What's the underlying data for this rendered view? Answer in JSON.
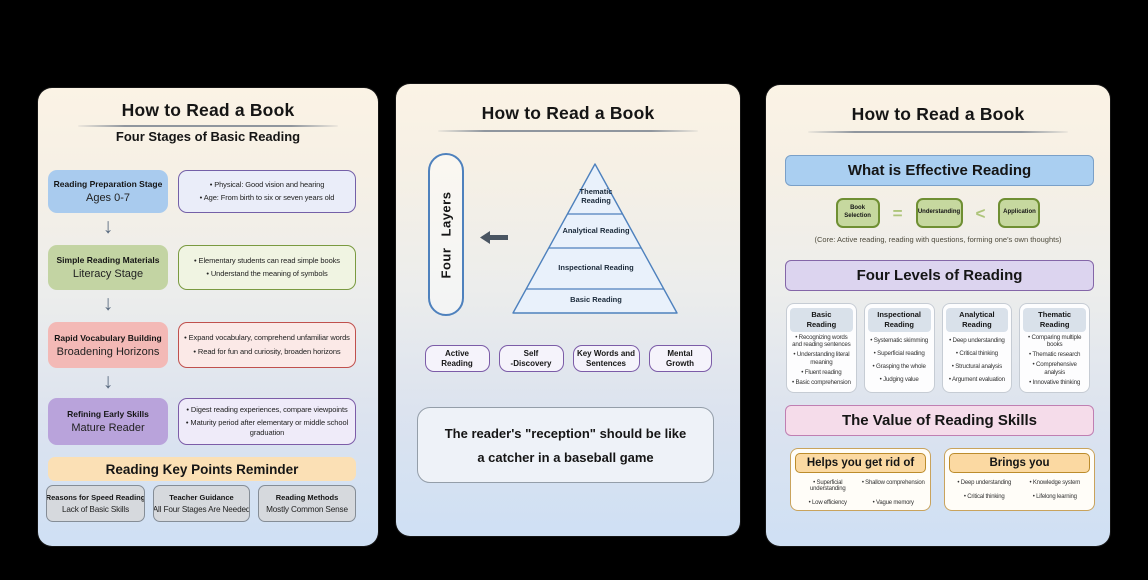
{
  "left_panel": {
    "title": "How to Read a Book",
    "subtitle": "Four Stages of Basic Reading",
    "arrow_icon": "↓",
    "stages": [
      {
        "label": "Reading Preparation Stage",
        "name": "Ages 0-7",
        "color": "#a9cbee",
        "detail_bg": "#eaedf9",
        "detail_border": "#7460a8",
        "bullets": [
          "• Physical: Good vision and hearing",
          "• Age: From birth to six or seven years old"
        ]
      },
      {
        "label": "Simple Reading Materials",
        "name": "Literacy Stage",
        "color": "#c3d4a3",
        "detail_bg": "#f0f4e2",
        "detail_border": "#7a9a40",
        "bullets": [
          "• Elementary students can read simple books",
          "• Understand the meaning of symbols"
        ]
      },
      {
        "label": "Rapid Vocabulary Building",
        "name": "Broadening Horizons",
        "color": "#f3b9b6",
        "detail_bg": "#fbe9e7",
        "detail_border": "#c0504d",
        "bullets": [
          "• Expand vocabulary, comprehend unfamiliar words",
          "• Read for fun and curiosity, broaden horizons"
        ]
      },
      {
        "label": "Refining Early Skills",
        "name": "Mature Reader",
        "color": "#b9a3db",
        "detail_bg": "#efebf9",
        "detail_border": "#7c5ca8",
        "bullets": [
          "• Digest reading experiences, compare viewpoints",
          "• Maturity period after elementary or middle school graduation"
        ]
      }
    ],
    "reminder_title": "Reading Key Points Reminder",
    "reminder_items": [
      {
        "label": "Reasons for Speed Reading",
        "value": "Lack of Basic Skills"
      },
      {
        "label": "Teacher Guidance",
        "value": "All Four Stages Are Needed"
      },
      {
        "label": "Reading Methods",
        "value": "Mostly Common Sense"
      }
    ]
  },
  "middle_panel": {
    "title": "How to Read a Book",
    "layers_label": "Four Layers",
    "pyramid_levels": [
      {
        "line1": "Thematic",
        "line2": "Reading"
      },
      {
        "line1": "Analytical Reading",
        "line2": ""
      },
      {
        "line1": "Inspectional Reading",
        "line2": ""
      },
      {
        "line1": "Basic Reading",
        "line2": ""
      }
    ],
    "pills": [
      {
        "line1": "Active",
        "line2": "Reading"
      },
      {
        "line1": "Self",
        "line2": "-Discovery"
      },
      {
        "line1": "Key Words and",
        "line2": "Sentences"
      },
      {
        "line1": "Mental",
        "line2": "Growth"
      }
    ],
    "quote_line1": "The reader's \"reception\" should be like",
    "quote_line2": "a catcher in a baseball game"
  },
  "right_panel": {
    "title": "How to Read a Book",
    "effective_title": "What is Effective Reading",
    "equation": {
      "box1_line1": "Book",
      "box1_line2": "Selection",
      "op1": "=",
      "box2": "Understanding",
      "op2": "<",
      "box3": "Application"
    },
    "caption": "(Core: Active reading, reading with questions, forming one's own thoughts)",
    "levels_title": "Four Levels of Reading",
    "level_columns": [
      {
        "header1": "Basic",
        "header2": "Reading",
        "bullets": [
          "• Recognizing words and reading sentences",
          "• Understanding literal meaning",
          "• Fluent reading",
          "• Basic comprehension"
        ]
      },
      {
        "header1": "Inspectional",
        "header2": "Reading",
        "bullets": [
          "• Systematic skimming",
          "• Superficial reading",
          "• Grasping the whole",
          "• Judging value"
        ]
      },
      {
        "header1": "Analytical",
        "header2": "Reading",
        "bullets": [
          "• Deep understanding",
          "• Critical thinking",
          "• Structural analysis",
          "• Argument evaluation"
        ]
      },
      {
        "header1": "Thematic",
        "header2": "Reading",
        "bullets": [
          "• Comparing multiple books",
          "• Thematic research",
          "• Comprehensive analysis",
          "• Innovative thinking"
        ]
      }
    ],
    "value_title": "The Value of Reading Skills",
    "value_boxes": [
      {
        "header": "Helps you get rid of",
        "bullets": [
          "• Superficial understanding",
          "• Shallow comprehension",
          "• Low efficiency",
          "• Vague memory"
        ]
      },
      {
        "header": "Brings you",
        "bullets": [
          "• Deep understanding",
          "• Knowledge system",
          "• Critical thinking",
          "• Lifelong learning"
        ]
      }
    ]
  }
}
